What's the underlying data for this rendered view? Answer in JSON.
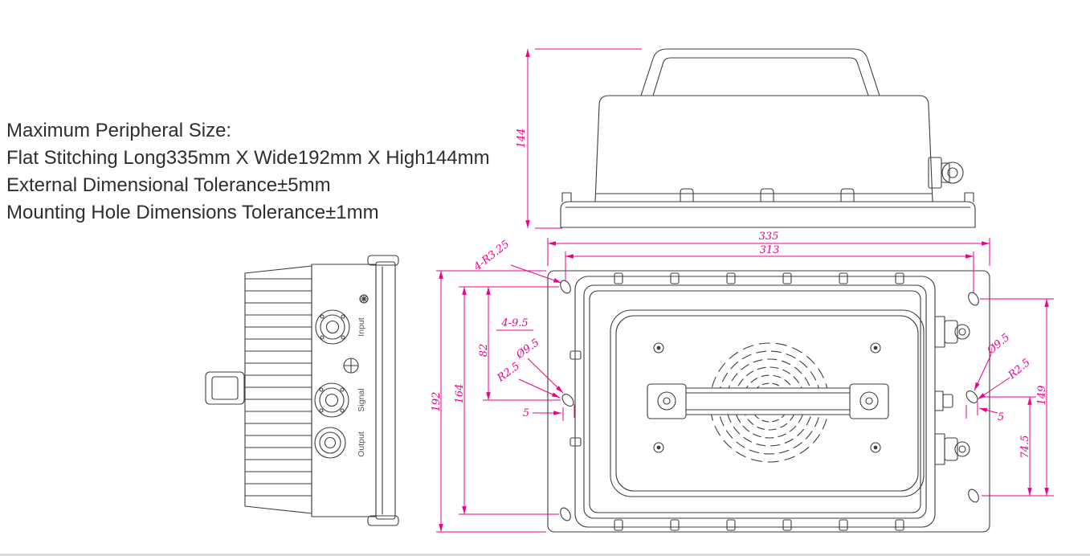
{
  "notes": {
    "line1": "Maximum Peripheral Size:",
    "line2": "Flat Stitching Long335mm X Wide192mm X High144mm",
    "line3": "External Dimensional Tolerance±5mm",
    "line4": "Mounting Hole Dimensions Tolerance±1mm"
  },
  "dims": {
    "front_height": "144",
    "plate_width": "335",
    "hole_span_x": "313",
    "corner_slots": "4-R3.25",
    "plate_height": "192",
    "hole_span_y": "164",
    "left_slot_offset": "82",
    "left_slot_label": "4-9.5",
    "left_slot_dia": "Ø9.5",
    "left_slot_radius": "R2.5",
    "left_slot_width": "5",
    "right_slot_dia": "Ø9.5",
    "right_slot_radius": "R2.5",
    "right_slot_width": "5",
    "right_slot_offset": "74.5",
    "right_hole_span": "149"
  },
  "connectors": {
    "input": "Input",
    "signal": "Signal",
    "output": "Output"
  },
  "colors": {
    "drawing_line": "#3d3d3d",
    "dimension_line": "#ec008c"
  }
}
